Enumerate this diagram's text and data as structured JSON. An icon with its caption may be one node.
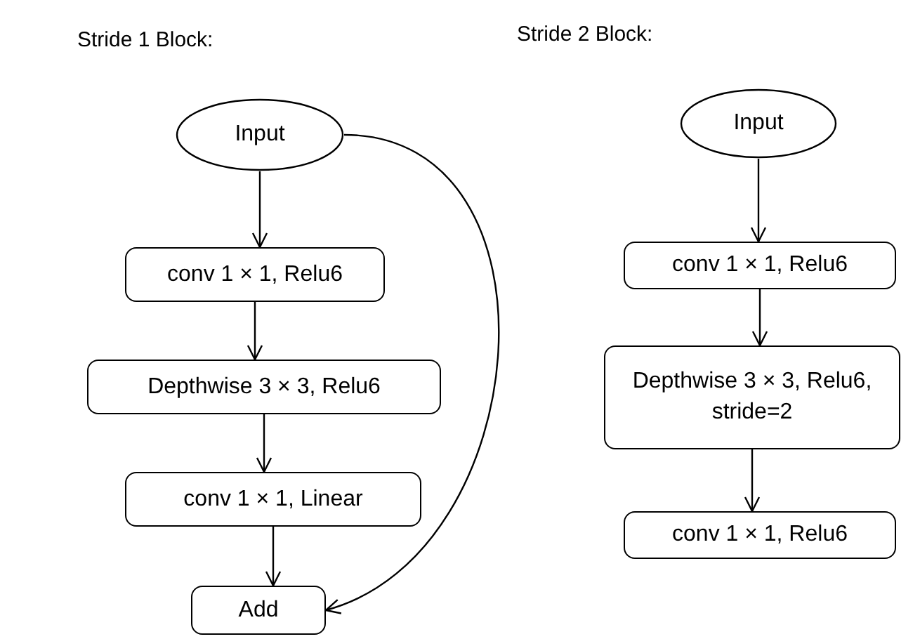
{
  "diagram": {
    "nodes": [
      {
        "text": [
          "Input"
        ],
        "beside": [
          "Stride 1 Block:"
        ]
      },
      {
        "text": [
          "conv 1 × 1, Relu6"
        ]
      },
      {
        "text": [
          "Depthwise 3 × 3, Relu6"
        ]
      },
      {
        "text": [
          "conv 1 × 1, Linear"
        ]
      },
      {
        "text": [
          "Add"
        ]
      },
      {
        "text": [
          "Input"
        ],
        "beside": [
          "Stride 2 Block:"
        ]
      },
      {
        "text": [
          "conv 1 × 1, Relu6"
        ]
      },
      {
        "text": [
          "Depthwise 3 × 3, Relu6, stride=2"
        ]
      },
      {
        "text": [
          "conv 1 × 1, Relu6"
        ]
      }
    ],
    "edges": [
      {
        "from": 0,
        "to": 1,
        "arrow": "to"
      },
      {
        "from": 1,
        "to": 2,
        "arrow": "to"
      },
      {
        "from": 2,
        "to": 3,
        "arrow": "to"
      },
      {
        "from": 3,
        "to": 4,
        "arrow": "to"
      },
      {
        "from": 0,
        "to": 4,
        "arrow": "to"
      },
      {
        "from": 5,
        "to": 6,
        "arrow": "to"
      },
      {
        "from": 6,
        "to": 7,
        "arrow": "to"
      },
      {
        "from": 7,
        "to": 8,
        "arrow": "to"
      }
    ]
  }
}
